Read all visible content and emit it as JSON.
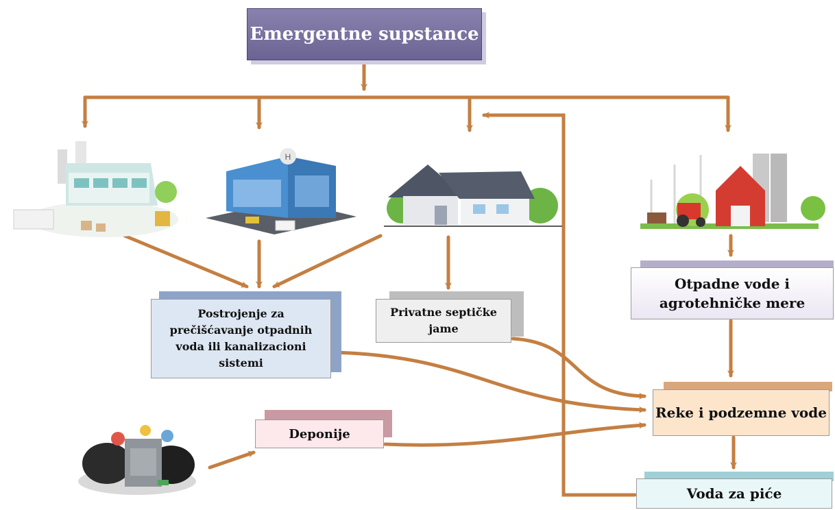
{
  "nodes": {
    "source": "Emergentne supstance",
    "wwtp": "Postrojenje za prečišćavanje otpadnih voda ili kanalizacioni sistemi",
    "septic": "Privatne septičke jame",
    "agri_waste": "Otpadne vode i agrotehničke mere",
    "rivers": "Reke i podzemne vode",
    "landfill": "Deponije",
    "drinking_water": "Voda za piće"
  },
  "colors": {
    "arrow": "#c47f42",
    "title_fill": "#7b74a3",
    "wwtp_fill": "#dde7f3",
    "septic_fill": "#efefef",
    "rivers_fill": "#fde5cc",
    "landfill_fill": "#fde8ec",
    "water_fill": "#eaf7f8"
  },
  "icons": [
    "factory-icon",
    "hospital-icon",
    "house-icon",
    "farm-icon",
    "landfill-icon"
  ]
}
